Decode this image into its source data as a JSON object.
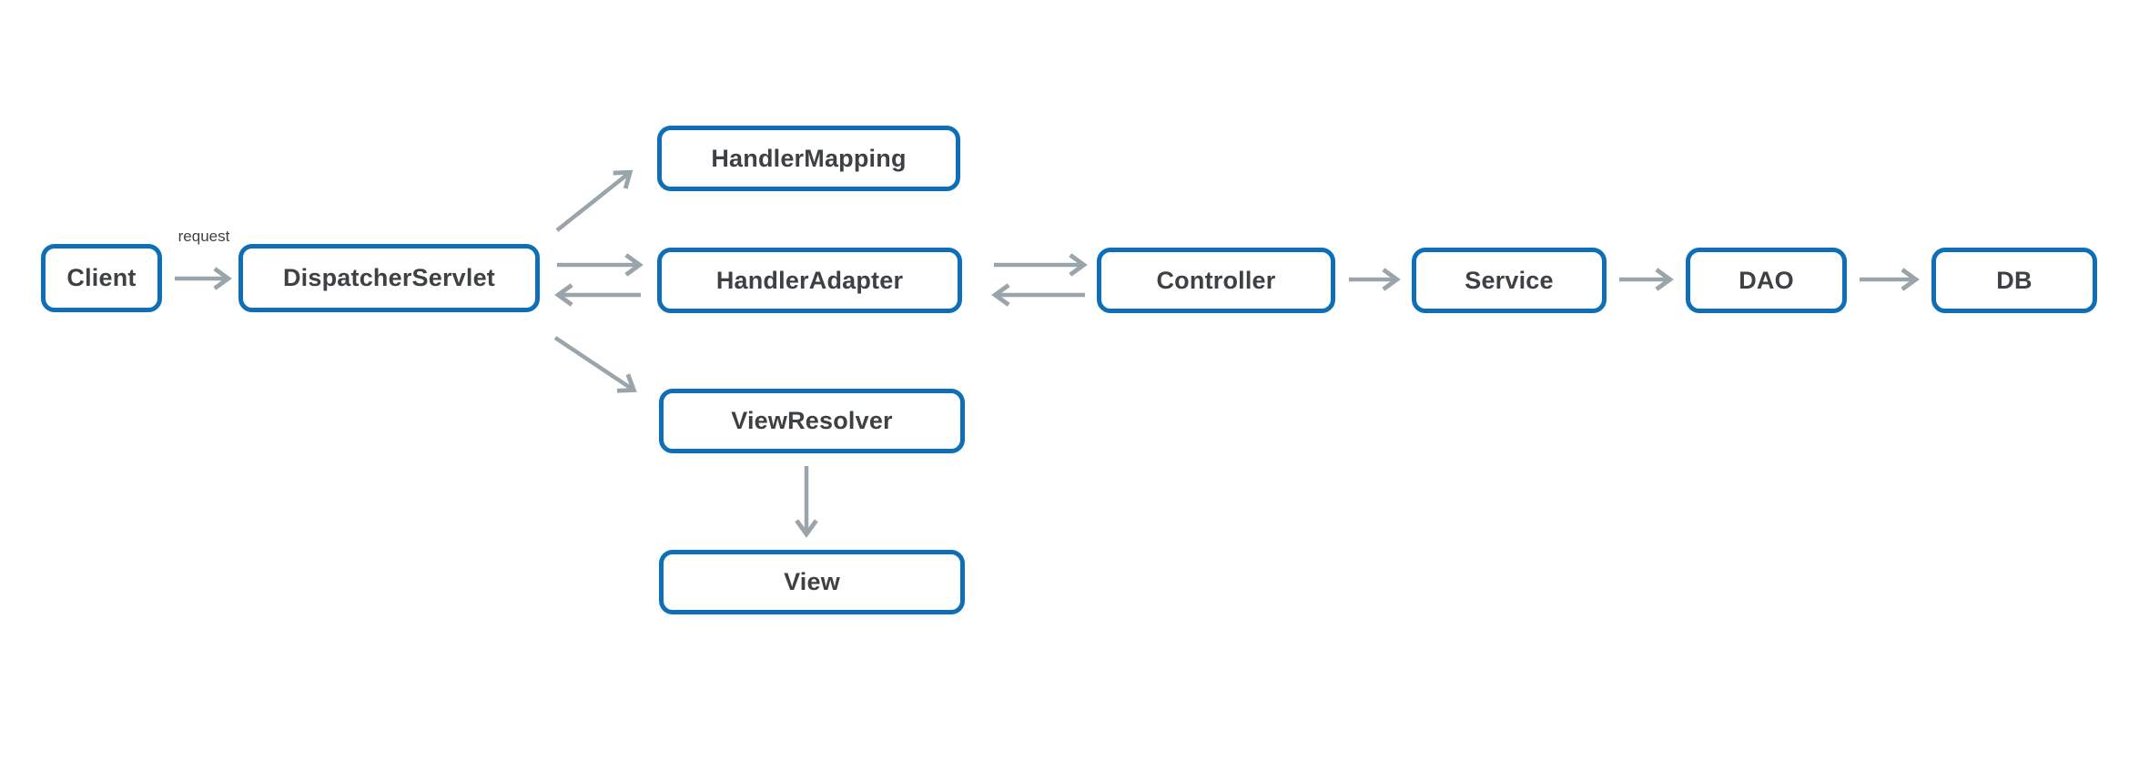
{
  "diagram": {
    "nodes": [
      {
        "id": "client",
        "label": "Client"
      },
      {
        "id": "dispatcher-servlet",
        "label": "DispatcherServlet"
      },
      {
        "id": "handler-mapping",
        "label": "HandlerMapping"
      },
      {
        "id": "handler-adapter",
        "label": "HandlerAdapter"
      },
      {
        "id": "view-resolver",
        "label": "ViewResolver"
      },
      {
        "id": "view",
        "label": "View"
      },
      {
        "id": "controller",
        "label": "Controller"
      },
      {
        "id": "service",
        "label": "Service"
      },
      {
        "id": "dao",
        "label": "DAO"
      },
      {
        "id": "db",
        "label": "DB"
      }
    ],
    "edges": [
      {
        "from": "client",
        "to": "dispatcher-servlet",
        "label": "request"
      },
      {
        "from": "dispatcher-servlet",
        "to": "handler-mapping",
        "label": ""
      },
      {
        "from": "dispatcher-servlet",
        "to": "handler-adapter",
        "label": ""
      },
      {
        "from": "handler-adapter",
        "to": "dispatcher-servlet",
        "label": ""
      },
      {
        "from": "dispatcher-servlet",
        "to": "view-resolver",
        "label": ""
      },
      {
        "from": "view-resolver",
        "to": "view",
        "label": ""
      },
      {
        "from": "handler-adapter",
        "to": "controller",
        "label": ""
      },
      {
        "from": "controller",
        "to": "handler-adapter",
        "label": ""
      },
      {
        "from": "controller",
        "to": "service",
        "label": ""
      },
      {
        "from": "service",
        "to": "dao",
        "label": ""
      },
      {
        "from": "dao",
        "to": "db",
        "label": ""
      }
    ],
    "colors": {
      "box_border": "#0e6fb6",
      "arrow": "#9aa4ab",
      "text": "#3d4144",
      "background": "#ffffff"
    }
  }
}
